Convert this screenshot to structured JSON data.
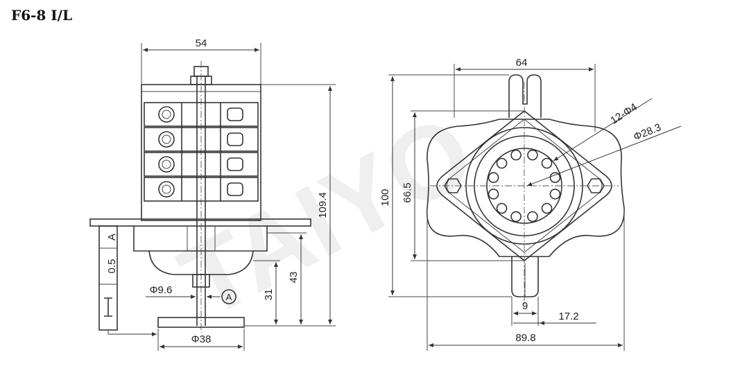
{
  "title": "F6-8 I/L",
  "watermark": "TAIYO",
  "side_view": {
    "dim_width": "54",
    "dim_height_total": "109.4",
    "dim_height_43": "43",
    "dim_height_31": "31",
    "dim_shaft_dia": "Φ9.6",
    "dim_knob_dia": "Φ38",
    "label_current": "0.5",
    "label_unit": "A",
    "label_meter_symbol": "A"
  },
  "front_view": {
    "dim_width_64": "64",
    "dim_height_100": "100",
    "dim_height_66_5": "66.5",
    "dim_holes": "12-Φ4",
    "dim_circle": "Φ28.3",
    "dim_slot_9": "9",
    "dim_offset": "17.2",
    "dim_total_width": "89.8"
  }
}
